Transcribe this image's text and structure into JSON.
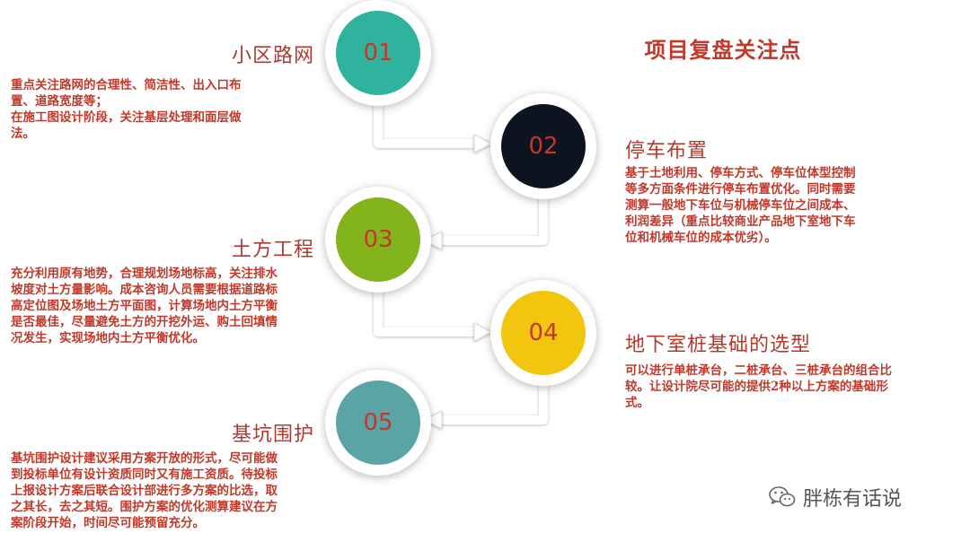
{
  "title": "项目复盘关注点",
  "colors": {
    "step1": "#2fb39f",
    "step2": "#0d1420",
    "step3": "#84b41c",
    "step4": "#f2c50e",
    "step5": "#5aa4a6",
    "text": "#c0392b"
  },
  "steps": [
    {
      "number": "01",
      "title": "小区路网",
      "lines": [
        "重点关注路网的合理性、简洁性、出入口布",
        "置、道路宽度等；",
        "在施工图设计阶段，关注基层处理和面层做",
        "法。"
      ]
    },
    {
      "number": "02",
      "title": "停车布置",
      "lines": [
        "基于土地利用、停车方式、停车位体型控制",
        "等多方面条件进行停车布置优化。同时需要",
        "测算一般地下车位与机械停车位之间成本、",
        "利润差异（重点比较商业产品地下室地下车",
        "位和机械车位的成本优劣）。"
      ]
    },
    {
      "number": "03",
      "title": "土方工程",
      "lines": [
        "充分利用原有地势，合理规划场地标高，关注排水",
        "坡度对土方量影响。成本咨询人员需要根据道路标",
        "高定位图及场地土方平面图，计算场地内土方平衡",
        "是否最佳，尽量避免土方的开挖外运、购土回填情",
        "况发生，实现场地内土方平衡优化。"
      ]
    },
    {
      "number": "04",
      "title": "地下室桩基础的选型",
      "lines": [
        "可以进行单桩承台，二桩承台、三桩承台的组合比",
        "较。让设计院尽可能的提供2种以上方案的基础形",
        "式。"
      ]
    },
    {
      "number": "05",
      "title": "基坑围护",
      "lines": [
        "基坑围护设计建议采用方案开放的形式，尽可能做",
        "到投标单位有设计资质同时又有施工资质。待投标",
        "上报设计方案后联合设计部进行多方案的比选，取",
        "之其长，去之其短。围护方案的优化测算建议在方",
        "案阶段开始，时间尽可能预留充分。"
      ]
    }
  ],
  "watermark": {
    "icon": "wechat-icon",
    "text": "胖栋有话说"
  }
}
